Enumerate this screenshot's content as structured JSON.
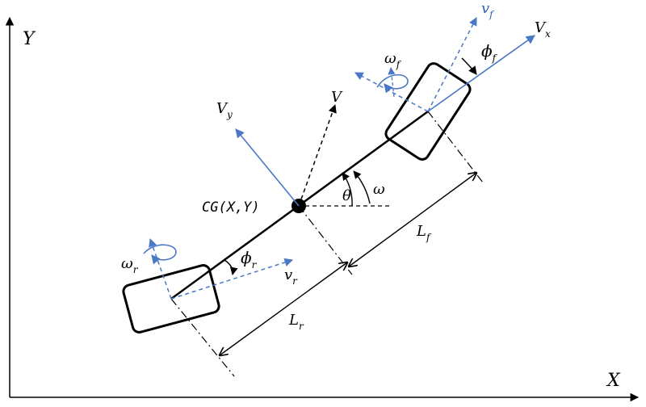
{
  "colors": {
    "ink": "#000000",
    "blue": "#4a78c4",
    "blue_text": "#2f5fb3",
    "background": "#ffffff"
  },
  "axes": {
    "y_label": "Y",
    "x_label": "X"
  },
  "vectors": {
    "vx": {
      "main": "V",
      "sub": "x"
    },
    "vy": {
      "main": "V",
      "sub": "y"
    },
    "v": {
      "main": "V"
    },
    "vf": {
      "main": "v",
      "sub": "f"
    },
    "vr": {
      "main": "v",
      "sub": "r"
    }
  },
  "angles": {
    "phi_f": {
      "main": "ϕ",
      "sub": "f"
    },
    "phi_r": {
      "main": "ϕ",
      "sub": "r"
    },
    "theta": "θ",
    "omega": "ω",
    "omega_f": {
      "main": "ω",
      "sub": "f"
    },
    "omega_r": {
      "main": "ω",
      "sub": "r"
    }
  },
  "lengths": {
    "lf": {
      "main": "L",
      "sub": "f"
    },
    "lr": {
      "main": "L",
      "sub": "r"
    }
  },
  "cg_label": "CG(X,Y)",
  "icons": [
    "center-of-gravity-dot",
    "front-wheel",
    "rear-wheel",
    "axis-arrows"
  ]
}
